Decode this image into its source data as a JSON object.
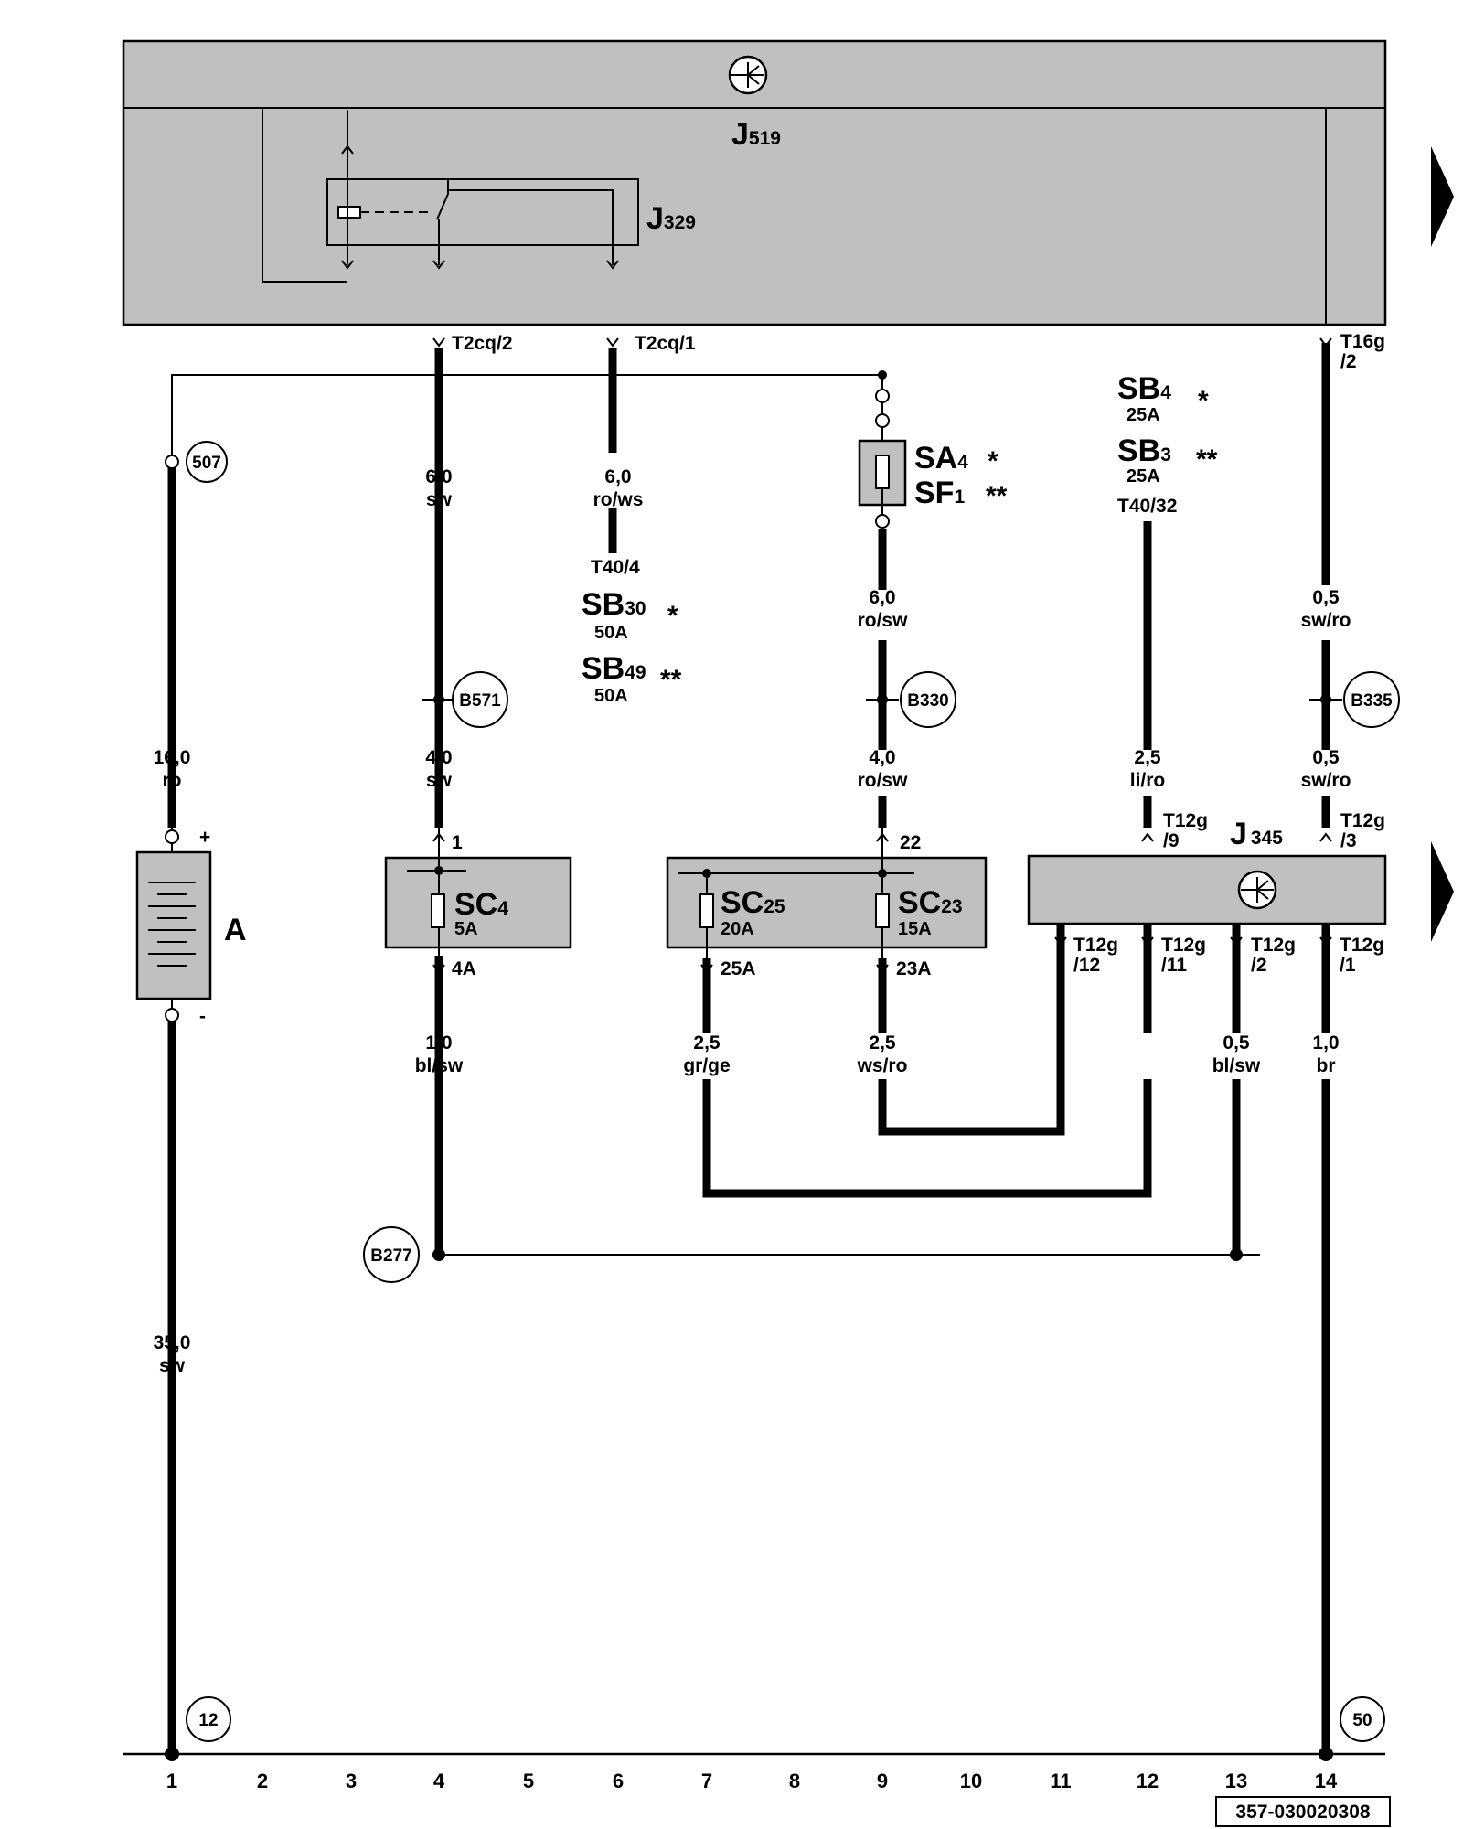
{
  "components": {
    "control_unit": {
      "letter": "J",
      "sub": "519"
    },
    "relay": {
      "letter": "J",
      "sub": "329"
    },
    "battery": {
      "label": "A",
      "plus": "+",
      "minus": "-"
    },
    "module": {
      "letter": "J",
      "sub": "345"
    },
    "fuses": {
      "sa4": {
        "letter": "SA",
        "sub": "4",
        "mark": "*"
      },
      "sf1": {
        "letter": "SF",
        "sub": "1",
        "mark": "**"
      },
      "sb4": {
        "letter": "SB",
        "sub": "4",
        "rating": "25A",
        "mark": "*"
      },
      "sb3": {
        "letter": "SB",
        "sub": "3",
        "rating": "25A",
        "mark": "**"
      },
      "sb30": {
        "letter": "SB",
        "sub": "30",
        "rating": "50A",
        "mark": "*"
      },
      "sb49": {
        "letter": "SB",
        "sub": "49",
        "rating": "50A",
        "mark": "**"
      },
      "sc4": {
        "letter": "SC",
        "sub": "4",
        "rating": "5A"
      },
      "sc25": {
        "letter": "SC",
        "sub": "25",
        "rating": "20A"
      },
      "sc23": {
        "letter": "SC",
        "sub": "23",
        "rating": "15A"
      }
    }
  },
  "connectors": {
    "t2cq2": "T2cq/2",
    "t2cq1": "T2cq/1",
    "t16g": "T16g",
    "t16g_pin": "/2",
    "t40_4": "T40/4",
    "t40_32": "T40/32",
    "t12g": "T12g",
    "t12g_9": "/9",
    "t12g_3": "/3",
    "t12g_12": "/12",
    "t12g_11": "/11",
    "t12g_2": "/2",
    "t12g_1": "/1",
    "sc4_in": "1",
    "sc4_out": "4A",
    "sc23_in": "22",
    "sc25_out": "25A",
    "sc23_out": "23A"
  },
  "wires": {
    "w1a": {
      "size": "16,0",
      "color": "ro"
    },
    "w1b": {
      "size": "35,0",
      "color": "sw"
    },
    "w4a": {
      "size": "6,0",
      "color": "sw"
    },
    "w4b": {
      "size": "4,0",
      "color": "sw"
    },
    "w4c": {
      "size": "1,0",
      "color": "bl/sw"
    },
    "w6a": {
      "size": "6,0",
      "color": "ro/ws"
    },
    "w9a": {
      "size": "6,0",
      "color": "ro/sw"
    },
    "w9b": {
      "size": "4,0",
      "color": "ro/sw"
    },
    "w7": {
      "size": "2,5",
      "color": "gr/ge"
    },
    "w9c": {
      "size": "2,5",
      "color": "ws/ro"
    },
    "w12": {
      "size": "2,5",
      "color": "li/ro"
    },
    "w14a": {
      "size": "0,5",
      "color": "sw/ro"
    },
    "w14b": {
      "size": "0,5",
      "color": "sw/ro"
    },
    "w13": {
      "size": "0,5",
      "color": "bl/sw"
    },
    "w14c": {
      "size": "1,0",
      "color": "br"
    }
  },
  "circles": {
    "c507": "507",
    "b571": "B571",
    "b330": "B330",
    "b335": "B335",
    "b277": "B277",
    "c12": "12",
    "c50": "50"
  },
  "columns": [
    "1",
    "2",
    "3",
    "4",
    "5",
    "6",
    "7",
    "8",
    "9",
    "10",
    "11",
    "12",
    "13",
    "14"
  ],
  "doc_number": "357-030020308"
}
